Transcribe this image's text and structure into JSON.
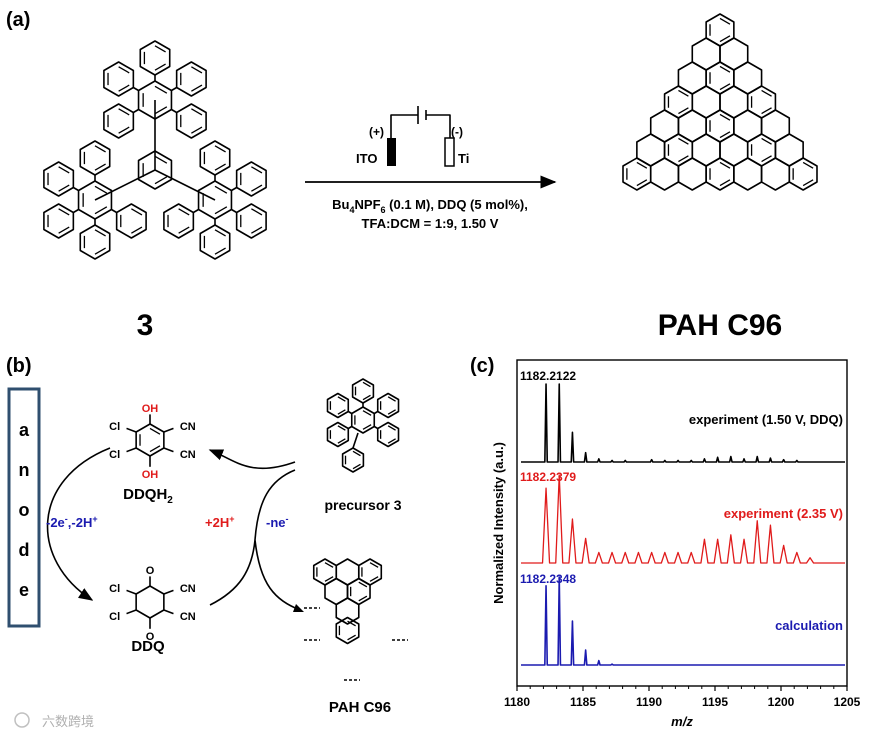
{
  "panels": {
    "a": {
      "label": "(a)",
      "reactant_label": "3",
      "product_label": "PAH C96",
      "anode_sign": "(+)",
      "cathode_sign": "(-)",
      "anode_name": "ITO",
      "cathode_name": "Ti",
      "conditions_line1_pre": "Bu",
      "conditions_line1_sub1": "4",
      "conditions_line1_mid": "NPF",
      "conditions_line1_sub2": "6",
      "conditions_line1_post": " (0.1 M), DDQ (5 mol%),",
      "conditions_line2": "TFA:DCM = 1:9, 1.50 V"
    },
    "b": {
      "label": "(b)",
      "anode_letters": [
        "a",
        "n",
        "o",
        "d",
        "e"
      ],
      "ddqh2_name": "DDQH",
      "ddqh2_sub": "2",
      "ddq_name": "DDQ",
      "left_step_e": "-2e",
      "left_step_e_sup": "-",
      "left_step_h": ",-2H",
      "left_step_h_sup": "+",
      "proton_step": "+2H",
      "proton_step_sup": "+",
      "electron_step": "-ne",
      "electron_step_sup": "-",
      "precursor_label": "precursor 3",
      "product_label": "PAH C96",
      "atoms": {
        "OH": "OH",
        "O": "O",
        "Cl": "Cl",
        "CN": "CN"
      }
    },
    "c": {
      "label": "(c)",
      "watermark": "六数跨境"
    }
  },
  "colors": {
    "red": "#e01b1b",
    "blue": "#1b1bb0",
    "dark": "#000000",
    "box": "#2f4f6f"
  },
  "chart_data": {
    "type": "line",
    "xlabel": "m/z",
    "ylabel": "Normalized Intensity (a.u.)",
    "xlim": [
      1180,
      1205
    ],
    "xticks": [
      1180,
      1185,
      1190,
      1195,
      1200,
      1205
    ],
    "series": [
      {
        "name": "experiment (1.50 V, DDQ)",
        "peak_label": "1182.2122",
        "color": "#000000",
        "peaks": [
          [
            1182.2,
            1.0
          ],
          [
            1183.2,
            1.0
          ],
          [
            1184.2,
            0.38
          ],
          [
            1185.2,
            0.12
          ],
          [
            1186.2,
            0.04
          ],
          [
            1187.2,
            0.02
          ],
          [
            1188.2,
            0.02
          ],
          [
            1190.2,
            0.03
          ],
          [
            1191.2,
            0.02
          ],
          [
            1192.2,
            0.02
          ],
          [
            1193.2,
            0.02
          ],
          [
            1194.2,
            0.04
          ],
          [
            1195.2,
            0.06
          ],
          [
            1196.2,
            0.07
          ],
          [
            1197.2,
            0.04
          ],
          [
            1198.2,
            0.07
          ],
          [
            1199.2,
            0.05
          ],
          [
            1200.2,
            0.03
          ],
          [
            1201.2,
            0.02
          ]
        ]
      },
      {
        "name": "experiment (2.35 V)",
        "peak_label": "1182.2379",
        "color": "#e01b1b",
        "peaks": [
          [
            1182.2,
            0.85
          ],
          [
            1183.2,
            1.0
          ],
          [
            1184.2,
            0.5
          ],
          [
            1185.2,
            0.28
          ],
          [
            1186.2,
            0.12
          ],
          [
            1187.2,
            0.12
          ],
          [
            1188.2,
            0.12
          ],
          [
            1189.2,
            0.12
          ],
          [
            1190.2,
            0.12
          ],
          [
            1191.2,
            0.12
          ],
          [
            1192.2,
            0.12
          ],
          [
            1193.2,
            0.12
          ],
          [
            1194.2,
            0.27
          ],
          [
            1195.2,
            0.27
          ],
          [
            1196.2,
            0.32
          ],
          [
            1197.2,
            0.27
          ],
          [
            1198.2,
            0.48
          ],
          [
            1199.2,
            0.43
          ],
          [
            1200.2,
            0.2
          ],
          [
            1201.2,
            0.12
          ],
          [
            1202.2,
            0.06
          ]
        ]
      },
      {
        "name": "calculation",
        "peak_label": "1182.2348",
        "color": "#1b1bb0",
        "peaks": [
          [
            1182.2,
            0.9
          ],
          [
            1183.2,
            1.0
          ],
          [
            1184.2,
            0.5
          ],
          [
            1185.2,
            0.17
          ],
          [
            1186.2,
            0.05
          ],
          [
            1187.2,
            0.01
          ]
        ]
      }
    ]
  }
}
